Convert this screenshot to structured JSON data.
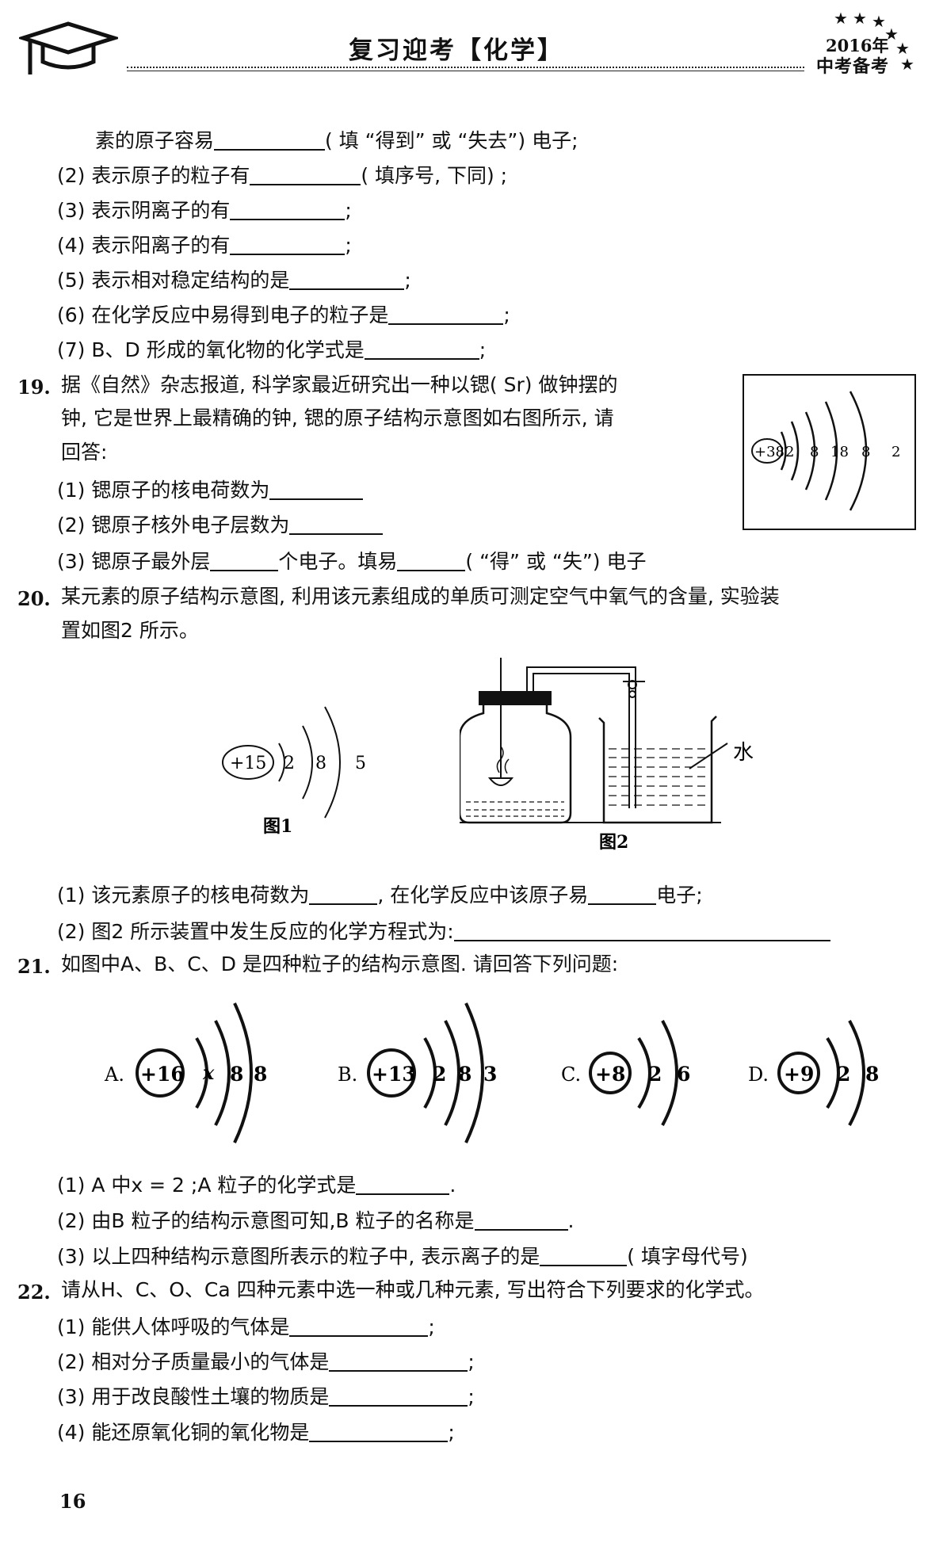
{
  "header": {
    "title": "复习迎考【化学】",
    "badge_year": "2016年",
    "badge_sub": "中考备考"
  },
  "q18_cont": {
    "l0a": "素的原子容易",
    "l0b": "( 填 “得到” 或 “失去”) 电子;",
    "l2a": "(2) 表示原子的粒子有",
    "l2b": "( 填序号, 下同) ;",
    "l3a": "(3) 表示阴离子的有",
    "l3b": ";",
    "l4a": "(4) 表示阳离子的有",
    "l4b": ";",
    "l5a": "(5) 表示相对稳定结构的是",
    "l5b": ";",
    "l6a": "(6) 在化学反应中易得到电子的粒子是",
    "l6b": ";",
    "l7a": "(7) B、D 形成的氧化物的化学式是",
    "l7b": ";"
  },
  "q19": {
    "num": "19.",
    "l1": "据《自然》杂志报道, 科学家最近研究出一种以锶( Sr) 做钟摆的",
    "l2": "钟, 它是世界上最精确的钟, 锶的原子结构示意图如右图所示, 请",
    "l3": "回答:",
    "s1": "(1) 锶原子的核电荷数为",
    "s2": "(2) 锶原子核外电子层数为",
    "s3a": "(3) 锶原子最外层",
    "s3b": "个电子。填易",
    "s3c": "( “得” 或 “失”) 电子",
    "fig": {
      "nucleus": "+38",
      "shells": [
        "2",
        "8",
        "18",
        "8",
        "2"
      ]
    }
  },
  "q20": {
    "num": "20.",
    "l1": "某元素的原子结构示意图, 利用该元素组成的单质可测定空气中氧气的含量, 实验装",
    "l2": "置如图2 所示。",
    "fig1": {
      "nucleus": "+15",
      "shells": [
        "2",
        "8",
        "5"
      ],
      "caption": "图1"
    },
    "fig2": {
      "water_label": "水",
      "caption": "图2"
    },
    "s1a": "(1) 该元素原子的核电荷数为",
    "s1b": ", 在化学反应中该原子易",
    "s1c": "电子;",
    "s2": "(2) 图2 所示装置中发生反应的化学方程式为:"
  },
  "q21": {
    "num": "21.",
    "l1": "如图中A、B、C、D 是四种粒子的结构示意图. 请回答下列问题:",
    "particles": [
      {
        "label": "A.",
        "nucleus": "+16",
        "shells": [
          "x",
          "8",
          "8"
        ]
      },
      {
        "label": "B.",
        "nucleus": "+13",
        "shells": [
          "2",
          "8",
          "3"
        ]
      },
      {
        "label": "C.",
        "nucleus": "+8",
        "shells": [
          "2",
          "6"
        ]
      },
      {
        "label": "D.",
        "nucleus": "+9",
        "shells": [
          "2",
          "8"
        ]
      }
    ],
    "s1a": "(1) A 中x = 2 ;A 粒子的化学式是",
    "s1b": ".",
    "s2a": "(2) 由B 粒子的结构示意图可知,B 粒子的名称是",
    "s2b": ".",
    "s3a": "(3) 以上四种结构示意图所表示的粒子中, 表示离子的是",
    "s3b": "( 填字母代号)"
  },
  "q22": {
    "num": "22.",
    "l1": "请从H、C、O、Ca 四种元素中选一种或几种元素, 写出符合下列要求的化学式。",
    "s1a": "(1) 能供人体呼吸的气体是",
    "s1b": ";",
    "s2a": "(2) 相对分子质量最小的气体是",
    "s2b": ";",
    "s3a": "(3) 用于改良酸性土壤的物质是",
    "s3b": ";",
    "s4a": "(4) 能还原氧化铜的氧化物是",
    "s4b": ";"
  },
  "page_number": "16"
}
